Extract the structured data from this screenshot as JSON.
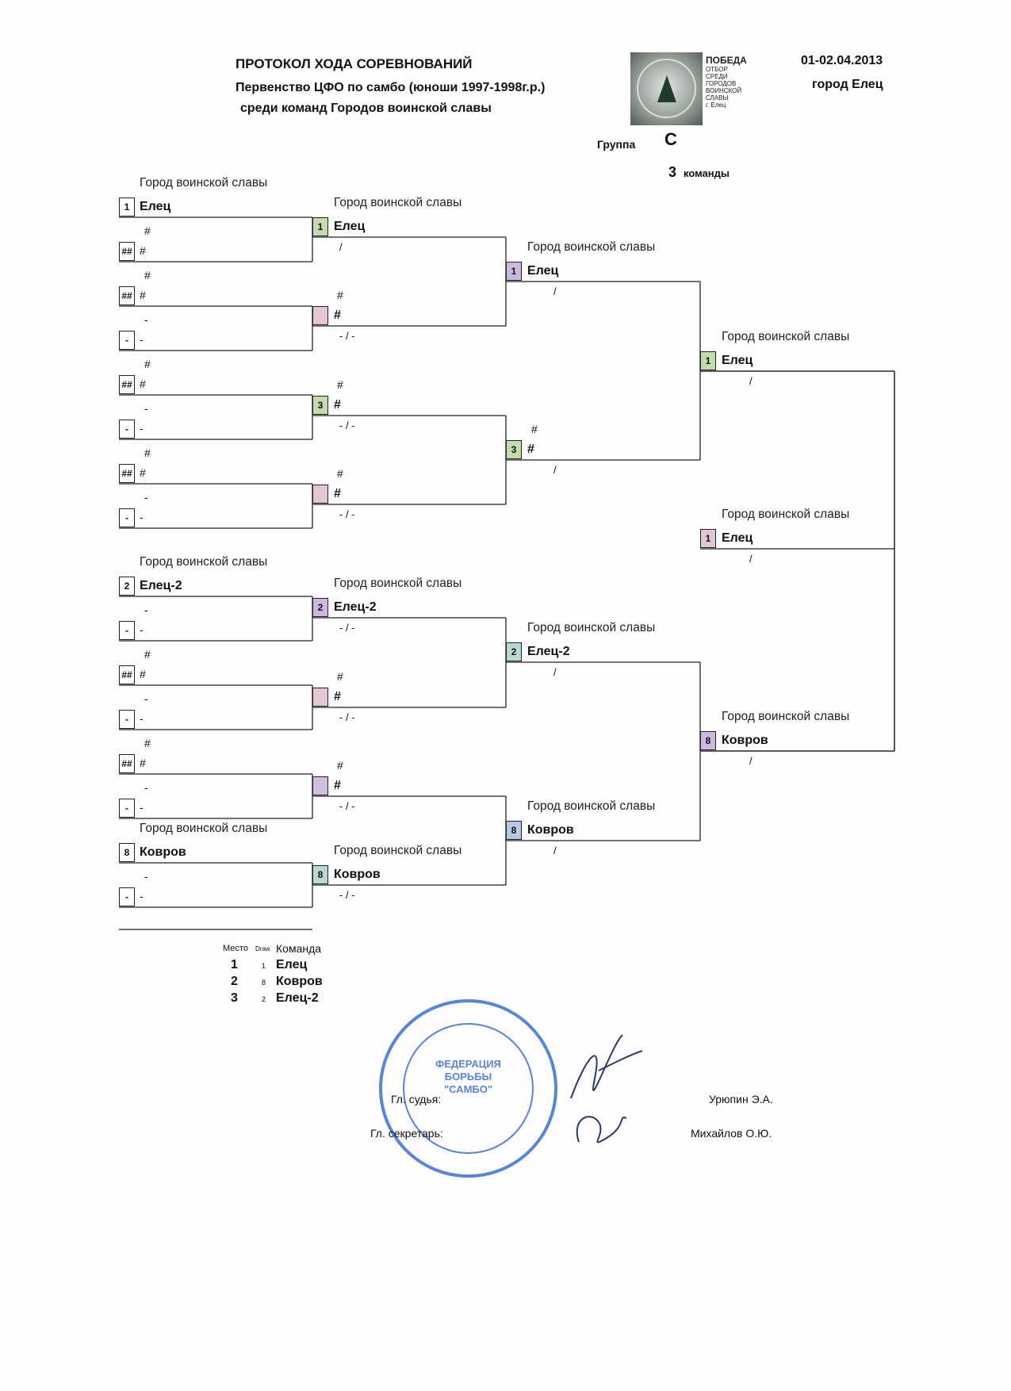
{
  "header": {
    "title": "ПРОТОКОЛ  ХОДА СОРЕВНОВАНИЙ",
    "subtitle1": "Первенство ЦФО по самбо (юноши 1997-1998г.р.)",
    "subtitle2": "среди команд Городов воинской славы",
    "date": "01-02.04.2013",
    "city": "город Елец",
    "logo_lines": [
      "ПОБЕДА",
      "ОТБОР",
      "СРЕДИ",
      "ГОРОДОВ",
      "ВОИНСКОЙ",
      "СЛАВЫ",
      "г. Елец"
    ],
    "group_label": "Группа",
    "group_value": "С",
    "teams_count": "3",
    "teams_label": "команды"
  },
  "bracket": {
    "caption": "Город воинской славы",
    "r1": [
      {
        "seed": "1",
        "name": "Елец"
      },
      {
        "seed": "##",
        "name": "#",
        "above": "#"
      },
      {
        "seed": "##",
        "name": "#",
        "above": "#"
      },
      {
        "seed": "-",
        "name": "-",
        "above": "-"
      },
      {
        "seed": "##",
        "name": "#",
        "above": "#"
      },
      {
        "seed": "-",
        "name": "-",
        "above": "-"
      },
      {
        "seed": "##",
        "name": "#",
        "above": "#"
      },
      {
        "seed": "-",
        "name": "-",
        "above": "-"
      },
      {
        "seed": "2",
        "name": "Елец-2"
      },
      {
        "seed": "-",
        "name": "-",
        "above": "-"
      },
      {
        "seed": "##",
        "name": "#",
        "above": "#"
      },
      {
        "seed": "-",
        "name": "-",
        "above": "-"
      },
      {
        "seed": "##",
        "name": "#",
        "above": "#"
      },
      {
        "seed": "-",
        "name": "-",
        "above": "-"
      },
      {
        "seed": "8",
        "name": "Ковров"
      },
      {
        "seed": "-",
        "name": "-",
        "above": "-"
      }
    ],
    "r2": [
      {
        "seed": "1",
        "name": "Елец",
        "score": "/",
        "caption": true
      },
      {
        "seed": "",
        "name": "#",
        "above": "#",
        "score": "-   /   -"
      },
      {
        "seed": "3",
        "name": "#",
        "above": "#",
        "score": "-   /   -"
      },
      {
        "seed": "",
        "name": "#",
        "above": "#",
        "score": "-   /   -"
      },
      {
        "seed": "2",
        "name": "Елец-2",
        "score": "-   /   -",
        "caption": true
      },
      {
        "seed": "",
        "name": "#",
        "above": "#",
        "score": "-   /   -"
      },
      {
        "seed": "",
        "name": "#",
        "above": "#",
        "score": "-   /   -"
      },
      {
        "seed": "8",
        "name": "Ковров",
        "score": "-   /   -",
        "caption": true
      }
    ],
    "r3": [
      {
        "seed": "1",
        "name": "Елец",
        "score": "/",
        "caption": true
      },
      {
        "seed": "3",
        "name": "#",
        "above": "#",
        "score": "/"
      },
      {
        "seed": "2",
        "name": "Елец-2",
        "score": "/",
        "caption": true
      },
      {
        "seed": "8",
        "name": "Ковров",
        "score": "/",
        "caption": true
      }
    ],
    "r4": [
      {
        "seed": "1",
        "name": "Елец",
        "score": "/",
        "caption": true
      },
      {
        "seed": "8",
        "name": "Ковров",
        "score": "/",
        "caption": true
      }
    ],
    "r5": [
      {
        "seed": "1",
        "name": "Елец",
        "score": "/",
        "caption": true
      }
    ]
  },
  "results": {
    "col_place": "Место",
    "col_draw": "Draw",
    "col_team": "Команда",
    "rows": [
      {
        "place": "1",
        "draw": "1",
        "team": "Елец"
      },
      {
        "place": "2",
        "draw": "8",
        "team": "Ковров"
      },
      {
        "place": "3",
        "draw": "2",
        "team": "Елец-2"
      }
    ]
  },
  "officials": {
    "judge_label": "Гл. судья:",
    "judge_name": "Урюпин Э.А.",
    "secretary_label": "Гл. секретарь:",
    "secretary_name": "Михайлов О.Ю."
  },
  "stamp": {
    "text1": "ФЕДЕРАЦИЯ",
    "text2": "БОРЬБЫ",
    "text3": "\"САМБО\""
  },
  "colors": {
    "green": "#c2dcae",
    "violet": "#cdb8e2",
    "blue": "#b7c7e6",
    "teal": "#b9d8d4",
    "pink": "#e2c6d6",
    "lilac": "#d0bde0"
  }
}
